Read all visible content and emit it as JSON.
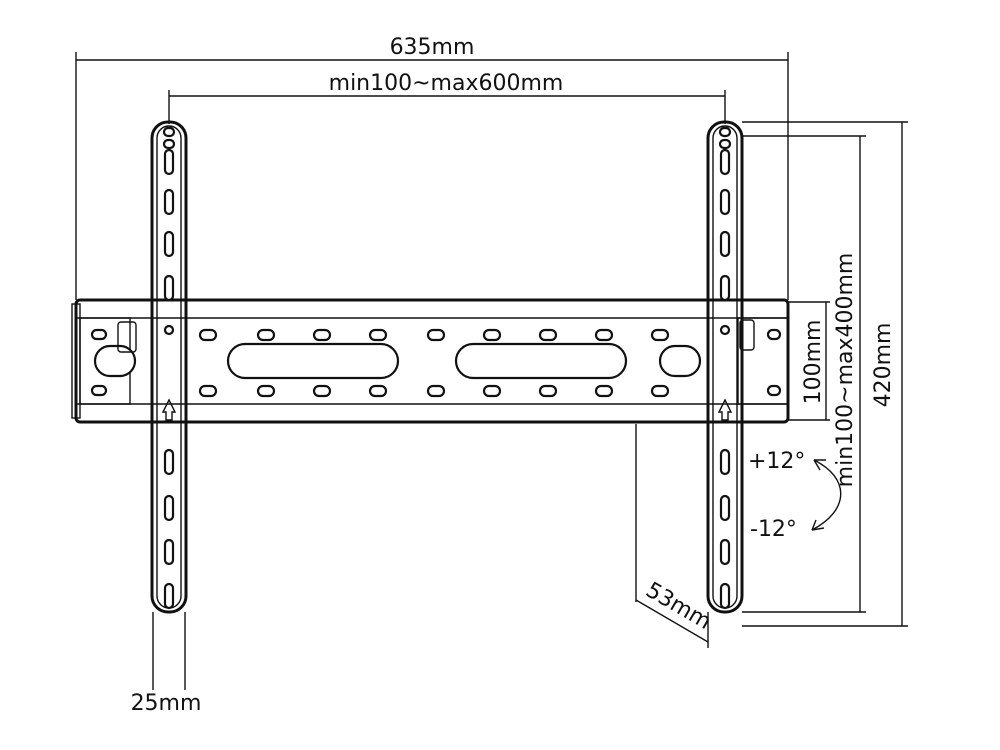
{
  "dimensions": {
    "overall_width": "635mm",
    "hole_spacing_horizontal": "min100~max600mm",
    "rail_height": "100mm",
    "hole_spacing_vertical": "min100~max400mm",
    "overall_height": "420mm",
    "wall_distance": "53mm",
    "arm_width": "25mm"
  },
  "tilt": {
    "up": "+12°",
    "down": "-12°"
  }
}
